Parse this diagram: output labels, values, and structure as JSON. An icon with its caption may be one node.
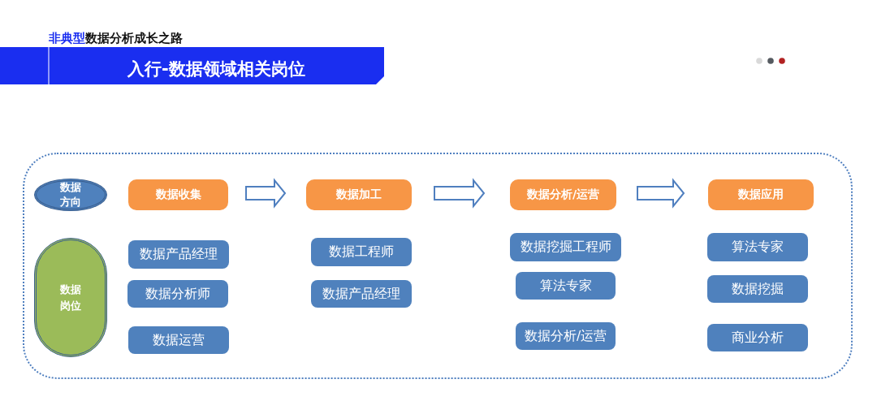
{
  "diagram": {
    "title": "入行-数据领域相关岗位",
    "nodes": [
      {
        "text": [],
        "shape": "box"
      },
      {
        "text": [
          "数据方向"
        ],
        "in": 0
      },
      {
        "text": [
          "数据岗位"
        ],
        "in": 0
      },
      {
        "text": [
          "数据收集"
        ],
        "in": 0
      },
      {
        "text": [
          "数据加工"
        ],
        "in": 0
      },
      {
        "text": [
          "数据分析/运营"
        ],
        "in": 0
      },
      {
        "text": [
          "数据应用"
        ],
        "in": 0
      },
      {
        "text": [
          "数据产品经理"
        ],
        "in": 0
      },
      {
        "text": [
          "数据分析师"
        ],
        "in": 0
      },
      {
        "text": [
          "数据运营"
        ],
        "in": 0
      },
      {
        "text": [
          "数据工程师"
        ],
        "in": 0
      },
      {
        "text": [
          "数据产品经理"
        ],
        "in": 0
      },
      {
        "text": [
          "数据挖掘工程师"
        ],
        "in": 0
      },
      {
        "text": [
          "算法专家"
        ],
        "in": 0
      },
      {
        "text": [
          "数据分析/运营"
        ],
        "in": 0
      },
      {
        "text": [
          "算法专家"
        ],
        "in": 0
      },
      {
        "text": [
          "数据挖掘"
        ],
        "in": 0
      },
      {
        "text": [
          "商业分析"
        ],
        "in": 0
      }
    ],
    "edges": [
      {
        "from": 3,
        "to": 4,
        "arrow": "to"
      },
      {
        "from": 4,
        "to": 5,
        "arrow": "to"
      },
      {
        "from": 5,
        "to": 6,
        "arrow": "to"
      }
    ],
    "labels": [
      "非典型",
      "数据分析成长之路"
    ]
  }
}
